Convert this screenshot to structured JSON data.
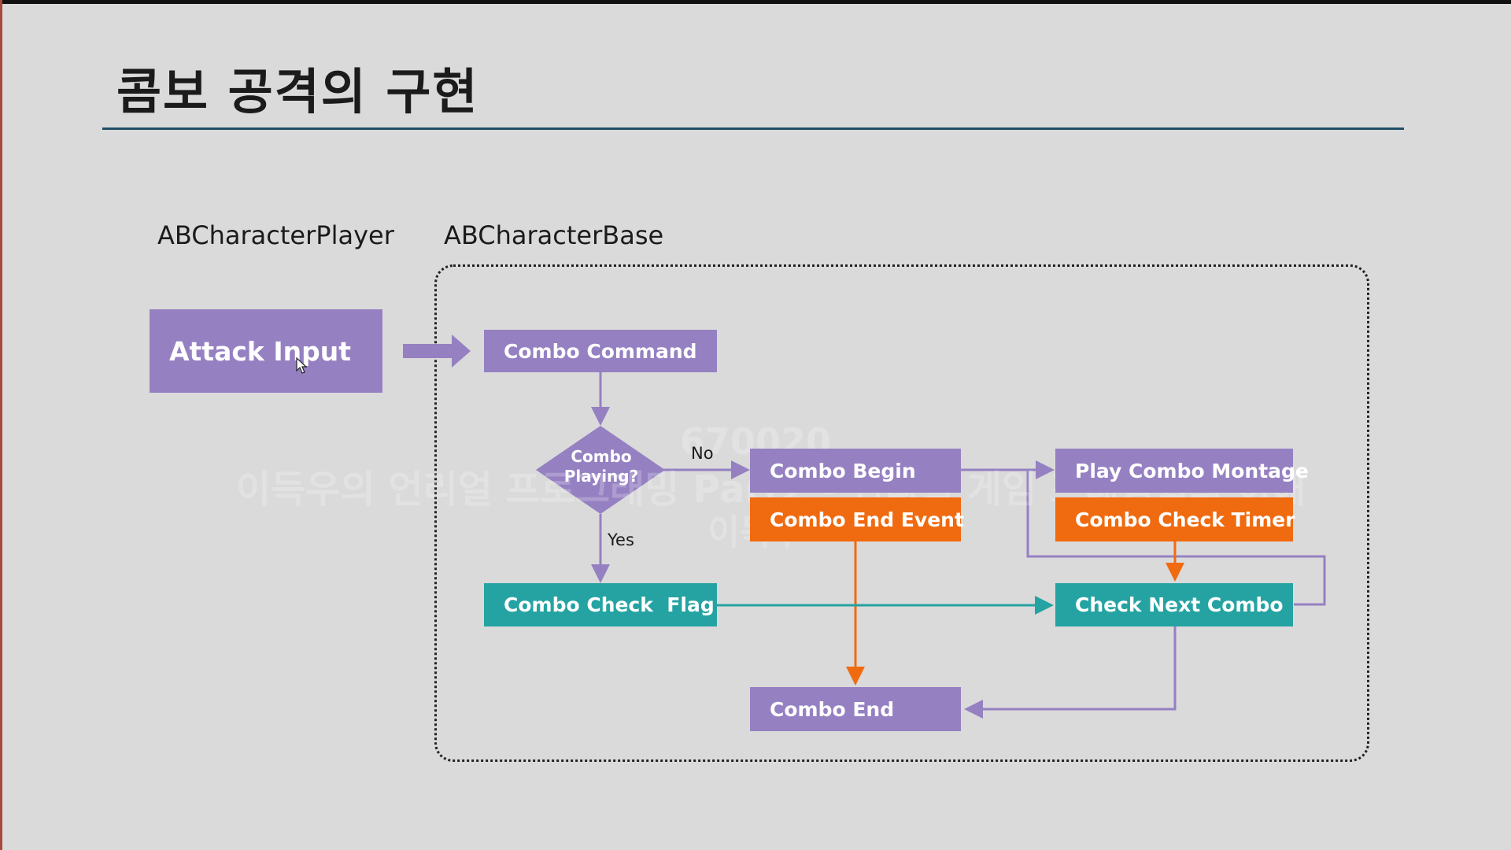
{
  "slide": {
    "title": "콤보 공격의 구현"
  },
  "sections": {
    "player": "ABCharacterPlayer",
    "base": "ABCharacterBase"
  },
  "nodes": {
    "attack_input": "Attack Input",
    "combo_command": "Combo Command",
    "combo_playing": "Combo Playing?",
    "combo_begin": "Combo Begin",
    "combo_end_event": "Combo End Event",
    "play_combo_montage": "Play Combo Montage",
    "combo_check_timer": "Combo Check Timer",
    "combo_check_flag": "Combo Check  Flag",
    "check_next_combo": "Check Next Combo",
    "combo_end": "Combo End"
  },
  "edge_labels": {
    "no": "No",
    "yes": "Yes"
  },
  "watermark": {
    "id": "670020",
    "course": "이득우의 언리얼 프로그래밍 Part2 - 언리얼 게임 프레임웍의 이해",
    "author": "이득우"
  },
  "colors": {
    "purple": "#9580c2",
    "orange": "#f06a0f",
    "teal": "#25a3a3",
    "title_rule": "#1f4f66"
  }
}
